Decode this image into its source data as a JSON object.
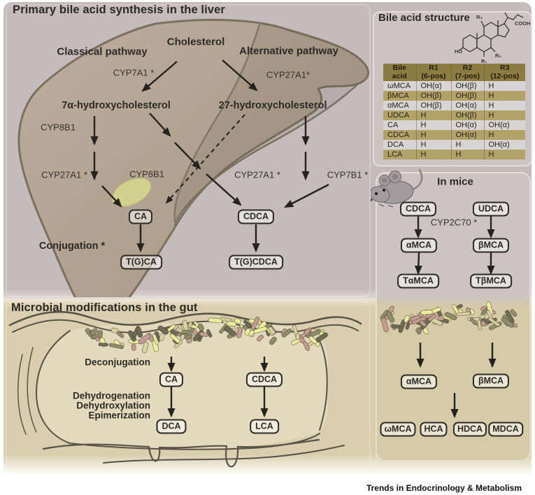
{
  "titles": {
    "liver_section": "Primary bile acid synthesis in the liver",
    "gut_section": "Microbial modifications in the gut",
    "structure_panel": "Bile acid structure",
    "mice_panel": "In mice",
    "journal": "Trends in Endocrinology & Metabolism"
  },
  "liver": {
    "cholesterol": "Cholesterol",
    "classical_pathway": "Classical pathway",
    "alternative_pathway": "Alternative pathway",
    "seven_alpha": "7α-hydroxycholesterol",
    "twenty_seven": "27-hydroxycholesterol",
    "cyp7a1": "CYP7A1 *",
    "cyp27a1_top": "CYP27A1*",
    "cyp8b1_a": "CYP8B1",
    "cyp27a1_b": "CYP27A1 *",
    "cyp8b1_b": "CYP8B1",
    "cyp27a1_c": "CYP27A1 *",
    "cyp7b1": "CYP7B1 *",
    "conjugation": "Conjugation *",
    "boxes": {
      "ca": "CA",
      "cdca": "CDCA",
      "tgca": "T(G)CA",
      "tgcdca": "T(G)CDCA"
    }
  },
  "structure": {
    "labels": {
      "ho": "HO",
      "cooh": "COOH",
      "r1": "R₁",
      "r2": "R₂",
      "r3": "R₃"
    }
  },
  "bile_acid_table": {
    "headers": [
      {
        "l1": "Bile acid",
        "l2": ""
      },
      {
        "l1": "R1",
        "l2": "(6-pos)"
      },
      {
        "l1": "R2",
        "l2": "(7-pos)"
      },
      {
        "l1": "R3",
        "l2": "(12-pos)"
      }
    ],
    "rows": [
      [
        "ωMCA",
        "OH(α)",
        "OH(β)",
        "H"
      ],
      [
        "βMCA",
        "OH(β)",
        "OH(β)",
        "H"
      ],
      [
        "αMCA",
        "OH(β)",
        "OH(α)",
        "H"
      ],
      [
        "UDCA",
        "H",
        "OH(β)",
        "H"
      ],
      [
        "CA",
        "H",
        "OH(α)",
        "OH(α)"
      ],
      [
        "CDCA",
        "H",
        "OH(α)",
        "H"
      ],
      [
        "DCA",
        "H",
        "H",
        "OH(α)"
      ],
      [
        "LCA",
        "H",
        "H",
        "H"
      ]
    ]
  },
  "mice": {
    "cyp2c70": "CYP2C70 *",
    "boxes": {
      "cdca": "CDCA",
      "udca": "UDCA",
      "amca": "αMCA",
      "bmca": "βMCA",
      "tamca": "TαMCA",
      "tbmca": "TβMCA"
    }
  },
  "gut": {
    "deconjugation": "Deconjugation",
    "dehydrogenation": "Dehydrogenation",
    "dehydroxylation": "Dehydroxylation",
    "epimerization": "Epimerization",
    "boxes": {
      "ca": "CA",
      "cdca": "CDCA",
      "dca": "DCA",
      "lca": "LCA"
    }
  },
  "gut_right": {
    "boxes": {
      "amca": "αMCA",
      "bmca": "βMCA",
      "omca": "ωMCA",
      "hca": "HCA",
      "hdca": "HDCA",
      "mdca": "MDCA"
    }
  },
  "colors": {
    "band_top": "#c5babc",
    "band_bottom": "#d9cfae",
    "panel_fill": "#cdc3c5",
    "panel_fill_bottom": "#d6cba7",
    "liver": "#b2a392",
    "gallbladder": "#d7d98f",
    "table_header": "#8d7c42",
    "row_light": "#d8d3d4",
    "row_tan": "#b2a267",
    "arrow": "#242320",
    "box_border": "#2b2a26",
    "gut_interior": "#e3dabd"
  },
  "illustration": {
    "bacteria_colors": [
      "#ebec9d",
      "#8f8c6d",
      "#c29c8f",
      "#6f6a55",
      "#d9d0a2"
    ]
  }
}
